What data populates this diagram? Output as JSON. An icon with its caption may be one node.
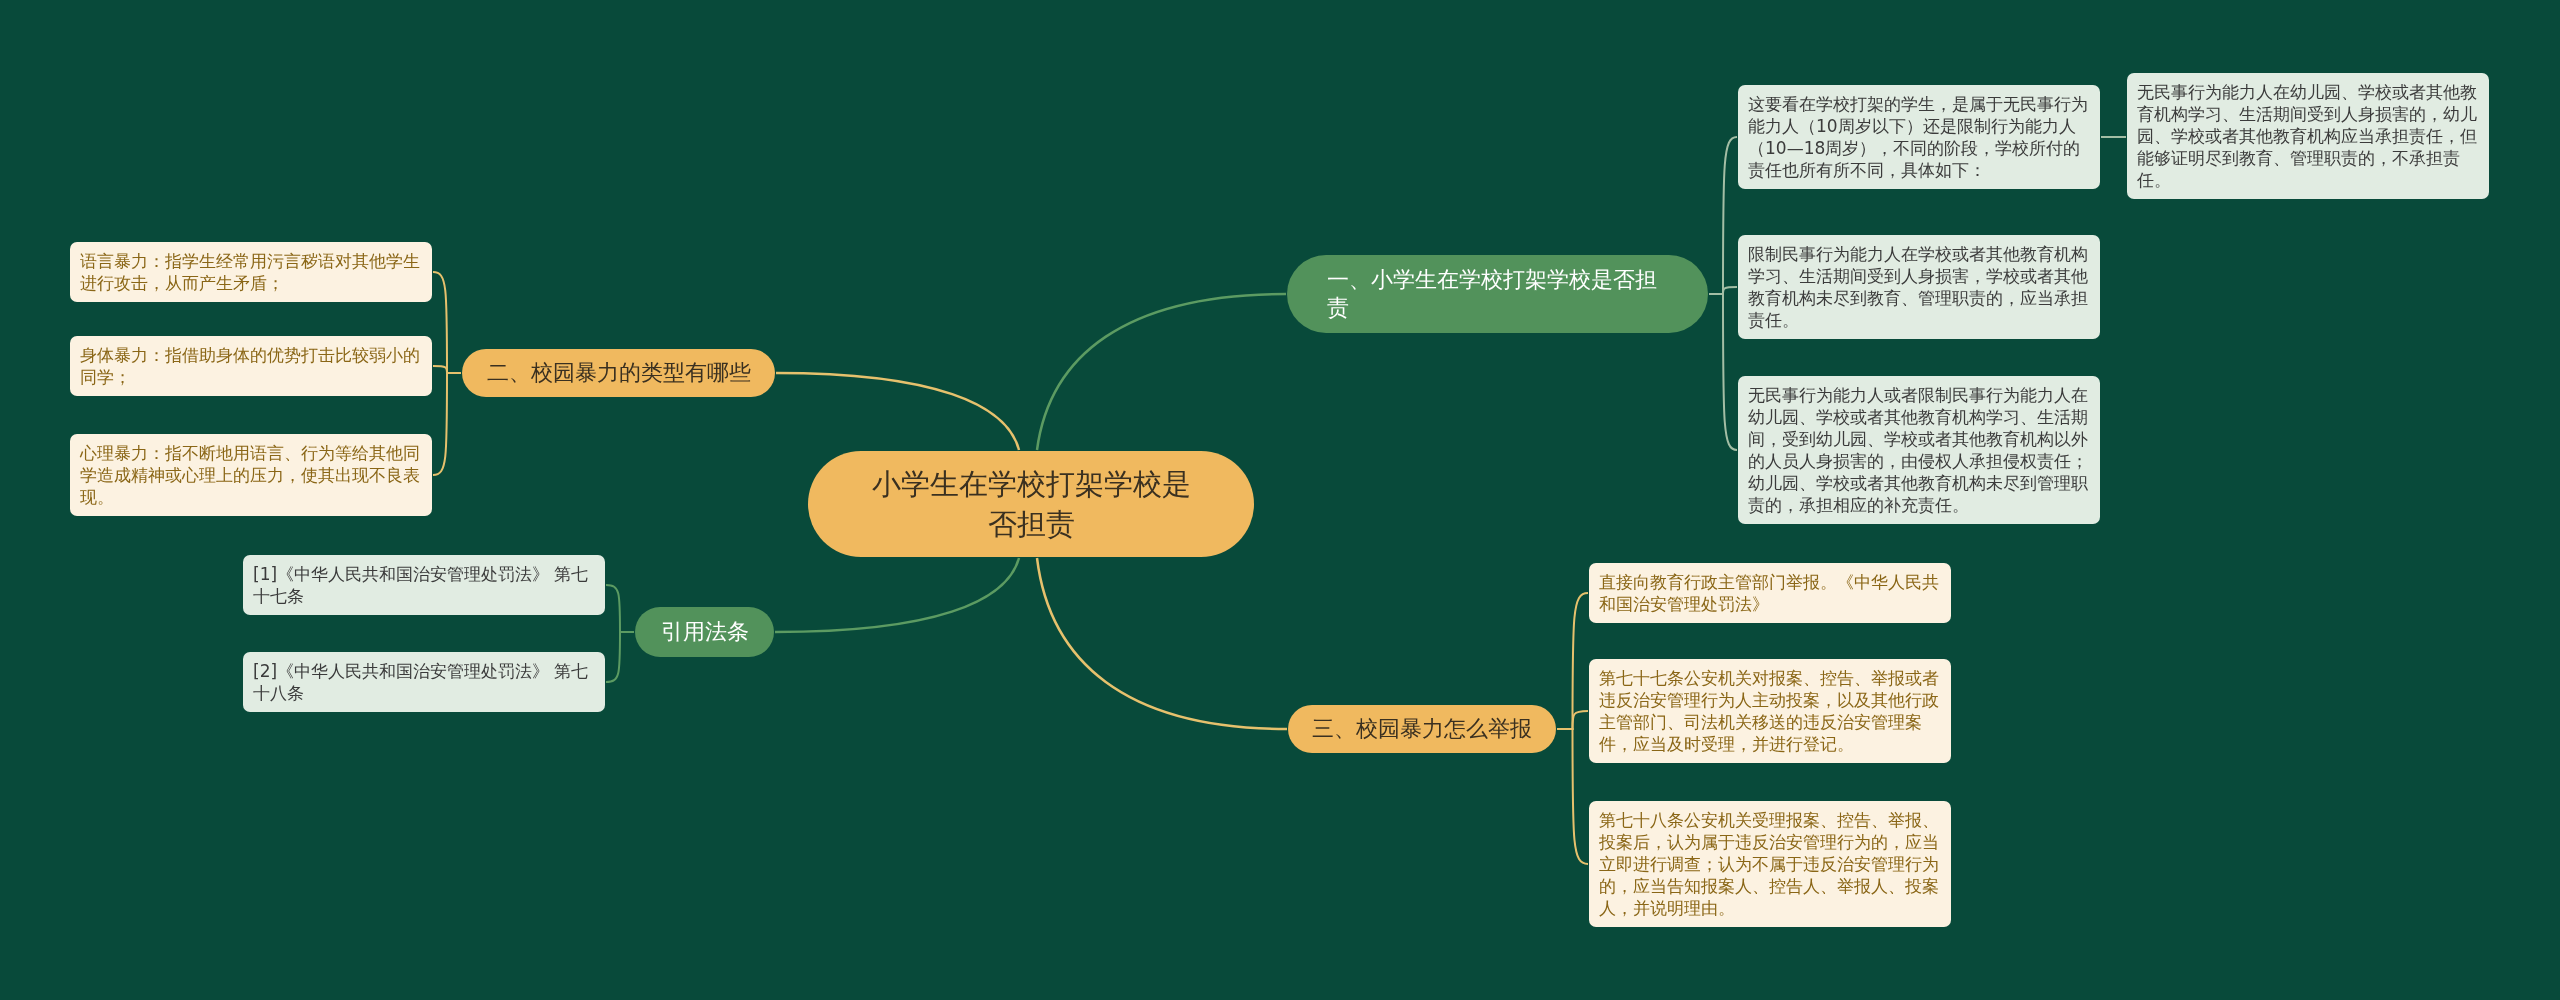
{
  "diagram": {
    "nodes": [
      {
        "text": [
          "小学生在学校打架学校是否担责"
        ]
      },
      {
        "text": [
          "一、小学生在学校打架学校是否担责"
        ]
      },
      {
        "text": [
          "这要看在学校打架的学生，是属于无民事行为能力人（10周岁以下）还是限制行为能力人（10—18周岁），不同的阶段，学校所付的责任也所有所不同，具体如下："
        ]
      },
      {
        "text": [
          "无民事行为能力人在幼儿园、学校或者其他教育机构学习、生活期间受到人身损害的，幼儿园、学校或者其他教育机构应当承担责任，但能够证明尽到教育、管理职责的，不承担责任。"
        ]
      },
      {
        "text": [
          "限制民事行为能力人在学校或者其他教育机构学习、生活期间受到人身损害，学校或者其他教育机构未尽到教育、管理职责的，应当承担责任。"
        ]
      },
      {
        "text": [
          "无民事行为能力人或者限制民事行为能力人在幼儿园、学校或者其他教育机构学习、生活期间，受到幼儿园、学校或者其他教育机构以外的人员人身损害的，由侵权人承担侵权责任；幼儿园、学校或者其他教育机构未尽到管理职责的，承担相应的补充责任。"
        ]
      },
      {
        "text": [
          "二、校园暴力的类型有哪些"
        ]
      },
      {
        "text": [
          "语言暴力：指学生经常用污言秽语对其他学生进行攻击，从而产生矛盾；"
        ]
      },
      {
        "text": [
          "身体暴力：指借助身体的优势打击比较弱小的同学；"
        ]
      },
      {
        "text": [
          "心理暴力：指不断地用语言、行为等给其他同学造成精神或心理上的压力，使其出现不良表现。"
        ]
      },
      {
        "text": [
          "引用法条"
        ]
      },
      {
        "text": [
          "[1]《中华人民共和国治安管理处罚法》 第七十七条"
        ]
      },
      {
        "text": [
          "[2]《中华人民共和国治安管理处罚法》 第七十八条"
        ]
      },
      {
        "text": [
          "三、校园暴力怎么举报"
        ]
      },
      {
        "text": [
          "直接向教育行政主管部门举报。《中华人民共和国治安管理处罚法》"
        ]
      },
      {
        "text": [
          "第七十七条公安机关对报案、控告、举报或者违反治安管理行为人主动投案，以及其他行政主管部门、司法机关移送的违反治安管理案件，应当及时受理，并进行登记。"
        ]
      },
      {
        "text": [
          "第七十八条公安机关受理报案、控告、举报、投案后，认为属于违反治安管理行为的，应当立即进行调查；认为不属于违反治安管理行为的，应当告知报案人、控告人、举报人、投案人，并说明理由。"
        ]
      }
    ],
    "edges": [
      {
        "from": 0,
        "to": 1,
        "arrow": "none",
        "color": "#5c9b62"
      },
      {
        "from": 1,
        "to": 2,
        "arrow": "none",
        "color": "#a3bea5"
      },
      {
        "from": 2,
        "to": 3,
        "arrow": "none",
        "color": "#a3bea5"
      },
      {
        "from": 1,
        "to": 4,
        "arrow": "none",
        "color": "#a3bea5"
      },
      {
        "from": 1,
        "to": 5,
        "arrow": "none",
        "color": "#a3bea5"
      },
      {
        "from": 0,
        "to": 6,
        "arrow": "none"
      },
      {
        "from": 6,
        "to": 7,
        "arrow": "none"
      },
      {
        "from": 6,
        "to": 8,
        "arrow": "none"
      },
      {
        "from": 6,
        "to": 9,
        "arrow": "none"
      },
      {
        "from": 0,
        "to": 10,
        "arrow": "none",
        "color": "#5c9b62"
      },
      {
        "from": 10,
        "to": 11,
        "arrow": "none",
        "color": "#5c9b62"
      },
      {
        "from": 10,
        "to": 12,
        "arrow": "none",
        "color": "#5c9b62"
      },
      {
        "from": 0,
        "to": 13,
        "arrow": "none"
      },
      {
        "from": 13,
        "to": 14,
        "arrow": "none"
      },
      {
        "from": 13,
        "to": 15,
        "arrow": "none"
      },
      {
        "from": 13,
        "to": 16,
        "arrow": "none"
      }
    ]
  }
}
